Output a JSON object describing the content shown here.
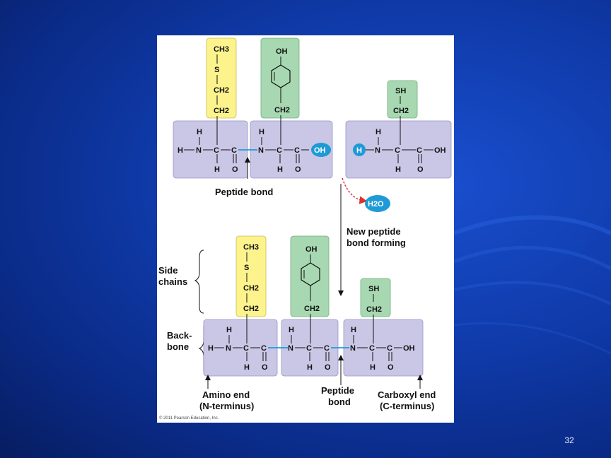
{
  "slide": {
    "number": "32"
  },
  "colors": {
    "backbone_box": "#c9c6e6",
    "side_chain_yellow": "#fcf38d",
    "side_chain_green": "#a7d8b1",
    "highlight_blue": "#1e9ad6",
    "arrow_red": "#e03030"
  },
  "top_molecules": {
    "met_side_chain": [
      "CH3",
      "S",
      "CH2",
      "CH2"
    ],
    "tyr_side_chain": [
      "OH",
      "CH2"
    ],
    "cys_side_chain": [
      "SH",
      "CH2"
    ],
    "atoms": {
      "H": "H",
      "N": "N",
      "C": "C",
      "O": "O",
      "OH": "OH"
    },
    "peptide_bond_label": "Peptide bond",
    "water_label": "H2O",
    "new_bond_label": [
      "New peptide",
      "bond forming"
    ]
  },
  "bottom_molecule": {
    "side_chains_label": [
      "Side",
      "chains"
    ],
    "backbone_label": [
      "Back-",
      "bone"
    ],
    "amino_end_label": [
      "Amino end",
      "(N-terminus)"
    ],
    "peptide_bond_label": [
      "Peptide",
      "bond"
    ],
    "carboxyl_end_label": [
      "Carboxyl end",
      "(C-terminus)"
    ]
  },
  "copyright": "© 2011 Pearson Education, Inc."
}
